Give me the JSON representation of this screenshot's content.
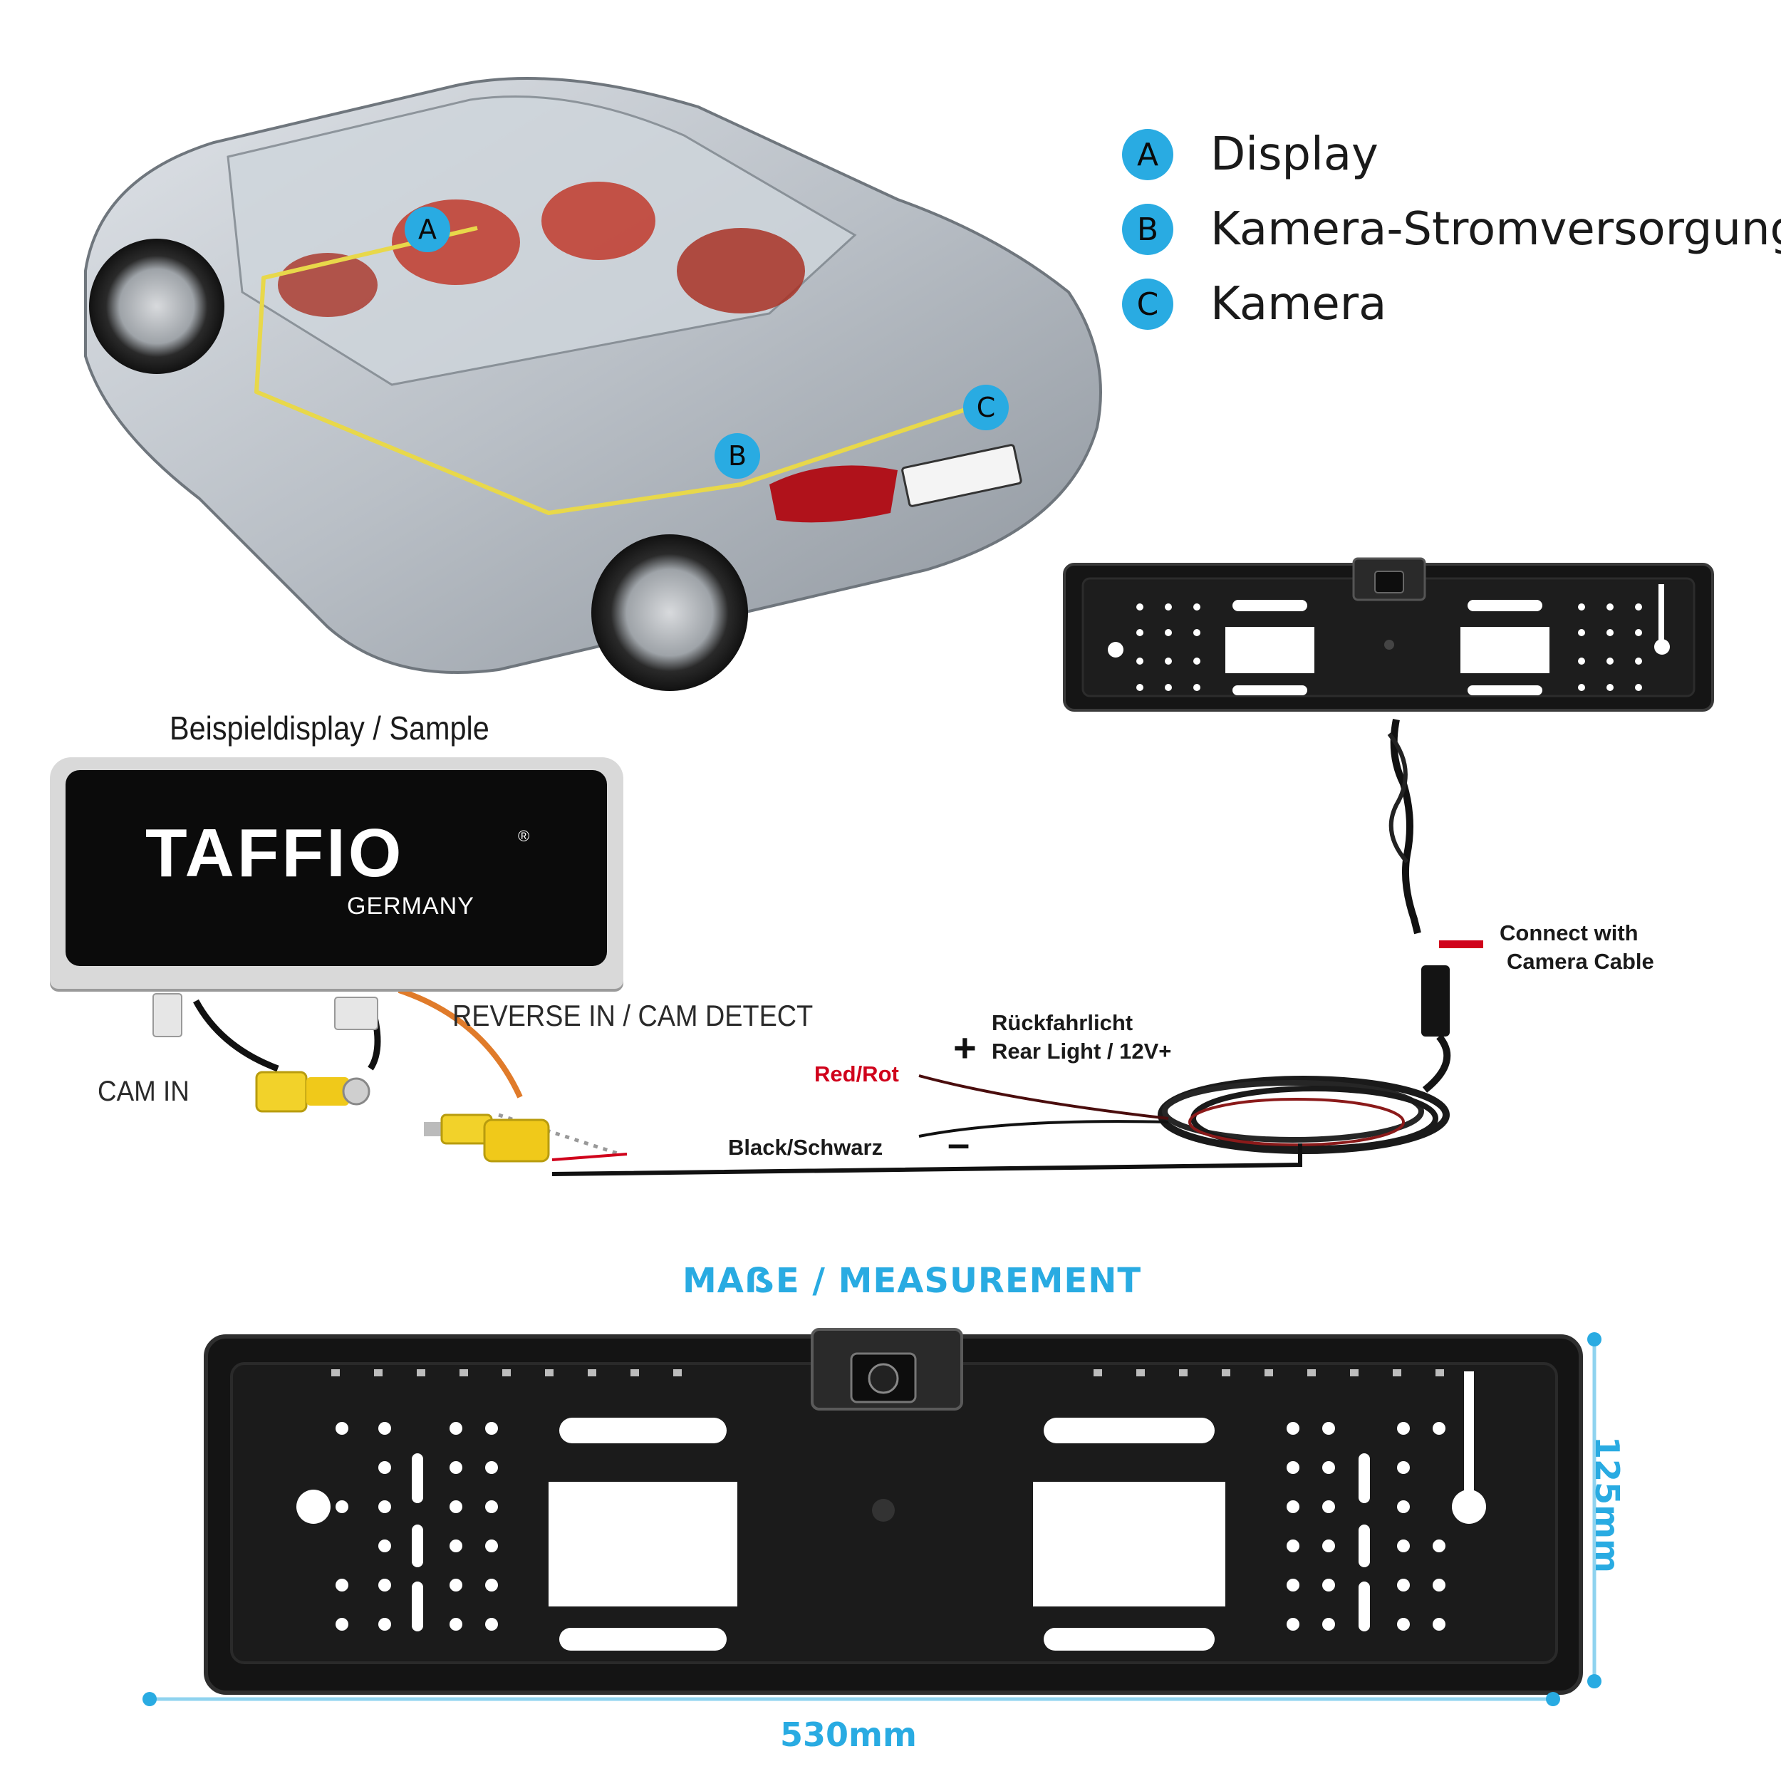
{
  "legend": [
    {
      "letter": "A",
      "label": "Display"
    },
    {
      "letter": "B",
      "label": "Kamera-Stromversorgung"
    },
    {
      "letter": "C",
      "label": "Kamera"
    }
  ],
  "car_markers": [
    "A",
    "B",
    "C"
  ],
  "display": {
    "caption": "Beispieldisplay / Sample",
    "brand": "TAFFIO",
    "brand_sub": "GERMANY",
    "registered": "®"
  },
  "wiring": {
    "cam_in": "CAM IN",
    "reverse_in": "REVERSE IN / CAM DETECT",
    "connect_line1": "Connect with",
    "connect_line2": "Camera Cable",
    "rear_light_line1": "Rückfahrlicht",
    "rear_light_line2": "Rear Light / 12V+",
    "plus": "+",
    "minus": "–",
    "red": "Red/Rot",
    "black": "Black/Schwarz"
  },
  "measurement": {
    "title": "MAẞE / MEASUREMENT",
    "width": "530mm",
    "height": "125mm"
  },
  "colors": {
    "accent": "#29abe2",
    "harness": "#e8d84a",
    "red_wire": "#d0021b",
    "plate": "#151515"
  }
}
